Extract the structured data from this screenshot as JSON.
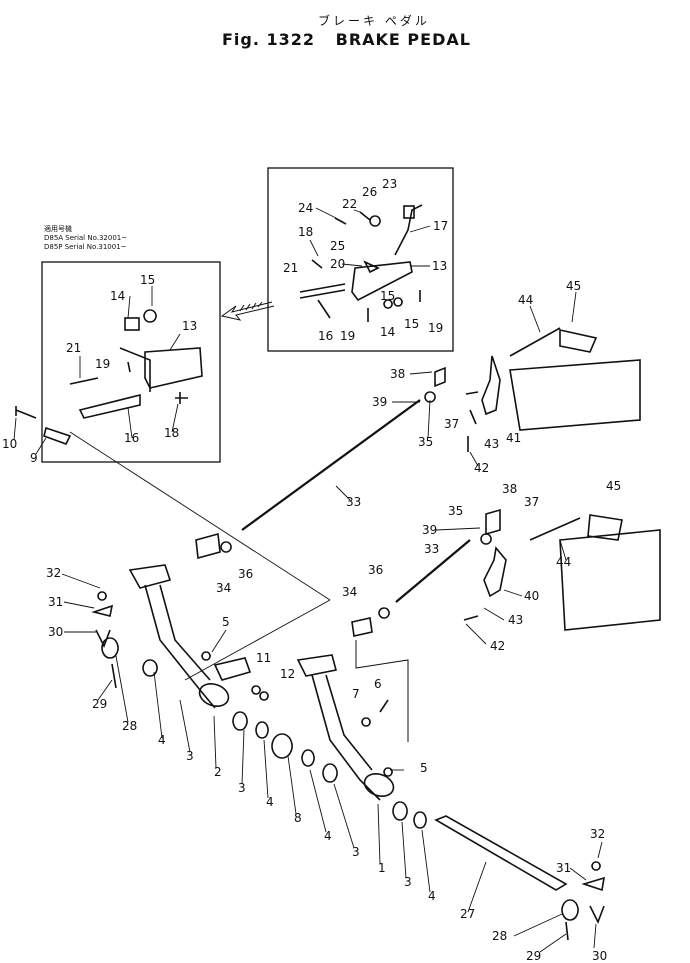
{
  "header": {
    "japanese_title": "ブレーキ  ペダル",
    "fig_label": "Fig. 1322",
    "english_title": "BRAKE PEDAL"
  },
  "applicability": {
    "heading": "適用号機",
    "line1": "D85A  Serial No.32001~",
    "line2": "D85P  Serial No.31001~"
  },
  "callouts": {
    "c24": "24",
    "c22": "22",
    "c26": "26",
    "c23": "23",
    "c17": "17",
    "c18a": "18",
    "c25": "25",
    "c20": "20",
    "c13a": "13",
    "c21a": "21",
    "c19a": "19",
    "c15a": "15",
    "c14a": "14",
    "c19b": "19",
    "c16a": "16",
    "c15b": "15",
    "c14b": "14",
    "c13b": "13",
    "c21b": "21",
    "c19c": "19",
    "c16b": "16",
    "c18b": "18",
    "c10": "10",
    "c9": "9",
    "c44a": "44",
    "c45a": "45",
    "c38a": "38",
    "c39a": "39",
    "c37a": "37",
    "c35a": "35",
    "c43a": "43",
    "c41": "41",
    "c42a": "42",
    "c33a": "33",
    "c38b": "38",
    "c35b": "35",
    "c37b": "37",
    "c45b": "45",
    "c39b": "39",
    "c33b": "33",
    "c44b": "44",
    "c36a": "36",
    "c36b": "36",
    "c34a": "34",
    "c34b": "34",
    "c40": "40",
    "c43b": "43",
    "c42b": "42",
    "c32a": "32",
    "c31a": "31",
    "c30a": "30",
    "c5a": "5",
    "c11": "11",
    "c12": "12",
    "c29a": "29",
    "c28a": "28",
    "c4a": "4",
    "c3a": "3",
    "c2": "2",
    "c7": "7",
    "c6": "6",
    "c5b": "5",
    "c3b": "3",
    "c4b": "4",
    "c8": "8",
    "c4c": "4",
    "c3c": "3",
    "c1": "1",
    "c3d": "3",
    "c4d": "4",
    "c27": "27",
    "c32b": "32",
    "c31b": "31",
    "c28b": "28",
    "c29b": "29",
    "c30b": "30"
  }
}
